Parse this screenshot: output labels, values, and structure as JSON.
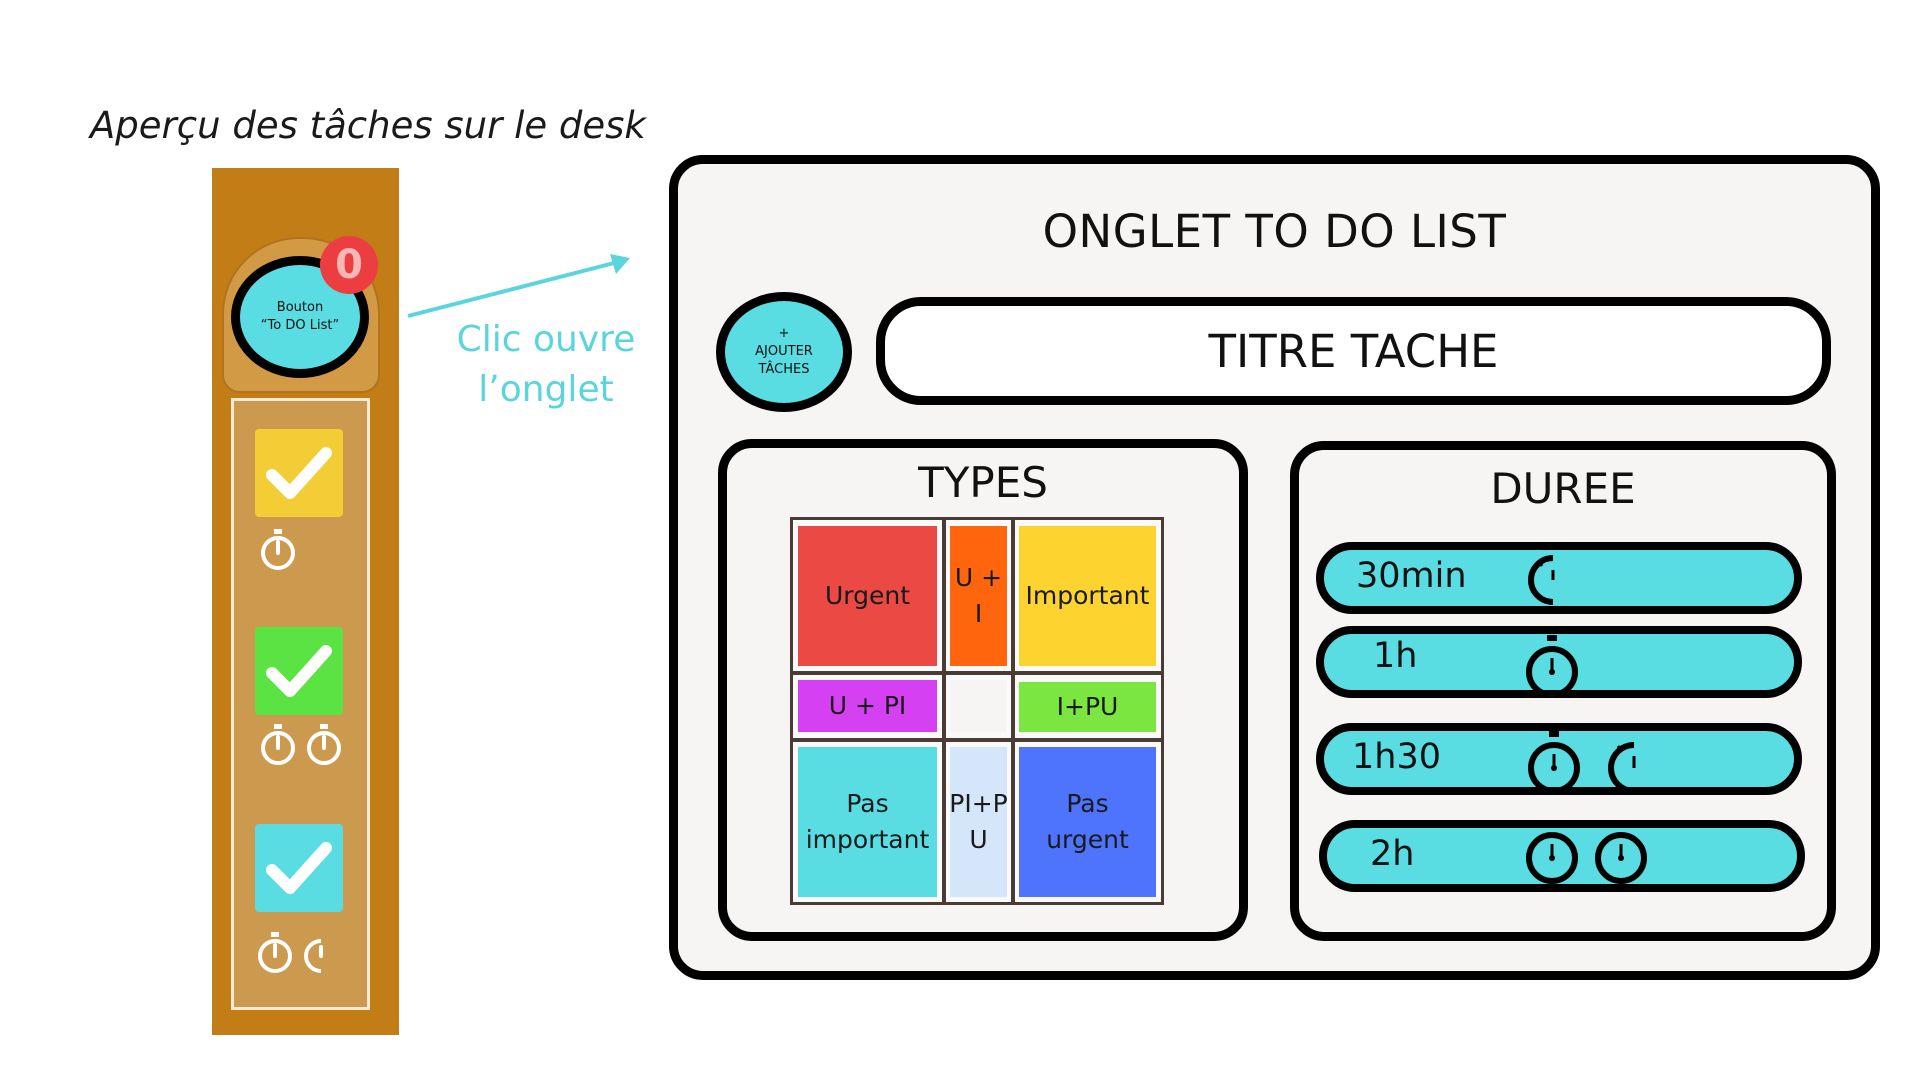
{
  "preview": {
    "caption": "Aperçu des tâches sur le desk",
    "todo_button_label": "Bouton\n“To DO List”",
    "notification_count": "0",
    "tasks": [
      {
        "check_color": "#f2cd35",
        "timer_icons": [
          "stopwatch-icon"
        ]
      },
      {
        "check_color": "#5be343",
        "timer_icons": [
          "stopwatch-icon",
          "stopwatch-icon"
        ]
      },
      {
        "check_color": "#5adce3",
        "timer_icons": [
          "stopwatch-icon",
          "half-stopwatch-icon"
        ]
      }
    ]
  },
  "arrow_caption": "Clic ouvre\nl’onglet",
  "tab": {
    "title": "ONGLET TO DO LIST",
    "add_task_label": "+\nAJOUTER\nTÂCHES",
    "task_title": "TITRE TACHE",
    "types": {
      "title": "TYPES",
      "cells": [
        {
          "label": "Urgent",
          "color": "#ea4944"
        },
        {
          "label": "U + I",
          "color": "#fe650c"
        },
        {
          "label": "Important",
          "color": "#fdd42f"
        },
        {
          "label": "U + PI",
          "color": "#d540f2"
        },
        {
          "label": "",
          "color": "#f6f5f3"
        },
        {
          "label": "I+PU",
          "color": "#7ce641"
        },
        {
          "label": "Pas\nimportant",
          "color": "#5adce3"
        },
        {
          "label": "PI+P\nU",
          "color": "#d5e6fb"
        },
        {
          "label": "Pas\nurgent",
          "color": "#4e73fd"
        }
      ]
    },
    "duree": {
      "title": "DUREE",
      "options": [
        {
          "label": "30min",
          "icons": [
            "half-stopwatch-icon"
          ]
        },
        {
          "label": "1h",
          "icons": [
            "stopwatch-icon"
          ]
        },
        {
          "label": "1h30",
          "icons": [
            "stopwatch-icon",
            "half-stopwatch-icon"
          ]
        },
        {
          "label": "2h",
          "icons": [
            "stopwatch-icon",
            "stopwatch-icon"
          ]
        }
      ]
    }
  },
  "colors": {
    "desk": "#c27d16",
    "accent_cyan": "#5adce3",
    "badge_red": "#ec3e40"
  }
}
